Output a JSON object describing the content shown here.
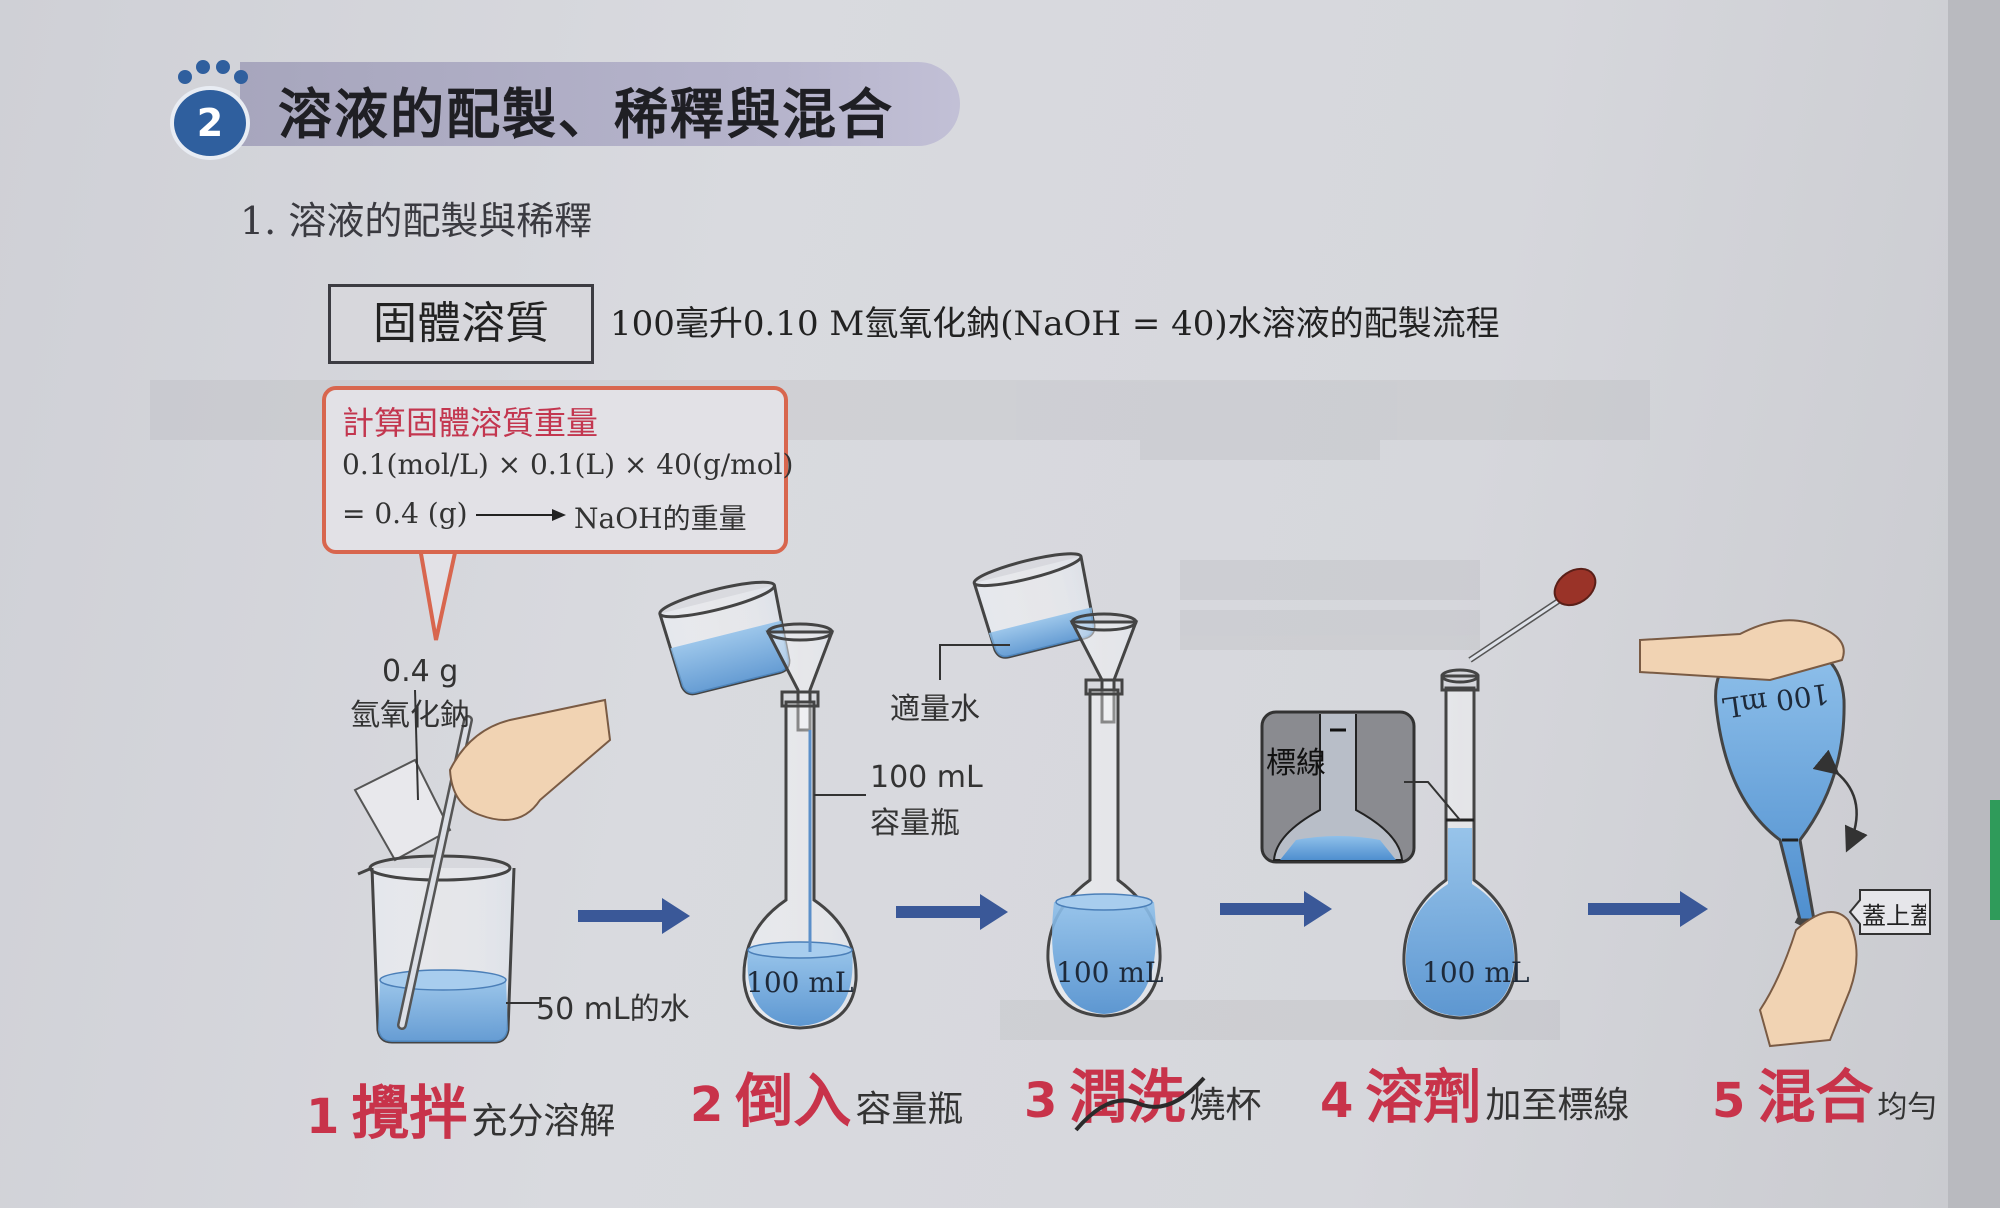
{
  "section": {
    "number": "2",
    "title": "溶液的配製、稀釋與混合"
  },
  "subsection": {
    "title": "1. 溶液的配製與稀釋"
  },
  "solute_box": {
    "label": "固體溶質"
  },
  "process_title": "100毫升0.10 M氫氧化鈉(NaOH = 40)水溶液的配製流程",
  "calc": {
    "heading": "計算固體溶質重量",
    "line1": "0.1(mol/L) × 0.1(L) × 40(g/mol)",
    "line2_left": "= 0.4 (g)",
    "line2_right": "NaOH的重量"
  },
  "labels": {
    "solute_mass": "0.4 g",
    "solute_name": "氫氧化鈉",
    "water": "50 mL的水",
    "flask_volume_line1": "100 mL",
    "flask_volume_line2": "容量瓶",
    "water_amount": "適量水",
    "mark_line": "標線",
    "flask_printed": "100 mL",
    "cap": "蓋上蓋"
  },
  "steps": [
    {
      "number": "1",
      "action": "攪拌",
      "detail": "充分溶解"
    },
    {
      "number": "2",
      "action": "倒入",
      "detail": "容量瓶"
    },
    {
      "number": "3",
      "action": "潤洗",
      "detail": "燒杯"
    },
    {
      "number": "4",
      "action": "溶劑",
      "detail": "加至標線"
    },
    {
      "number": "5",
      "action": "混合",
      "detail": "均勻"
    }
  ],
  "colors": {
    "solution": "#6fa9dc",
    "arrow": "#3a5898",
    "callout_border": "#d8664e",
    "step_red": "#c8334a",
    "badge": "#2f5f9e"
  }
}
